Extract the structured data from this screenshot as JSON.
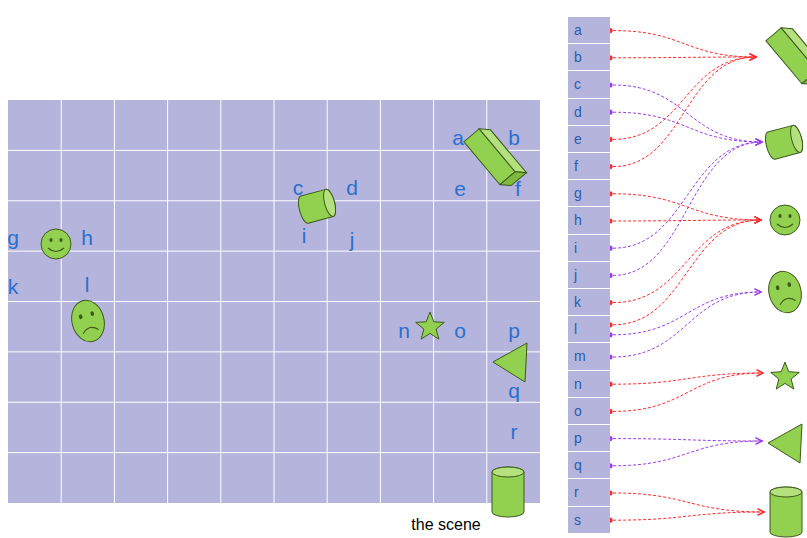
{
  "diagram": {
    "nodes": [
      {
        "text": [
          "a"
        ]
      },
      {
        "text": [
          "b"
        ]
      },
      {
        "text": [
          "c"
        ]
      },
      {
        "text": [
          "d"
        ]
      },
      {
        "text": [
          "e"
        ]
      },
      {
        "text": [
          "f"
        ]
      },
      {
        "text": [
          "g"
        ]
      },
      {
        "text": [
          "h"
        ]
      },
      {
        "text": [
          "i"
        ]
      },
      {
        "text": [
          "j"
        ]
      },
      {
        "text": [
          "k"
        ]
      },
      {
        "text": [
          "l"
        ]
      },
      {
        "text": [
          "m"
        ]
      },
      {
        "text": [
          "n"
        ]
      },
      {
        "text": [
          "o"
        ]
      },
      {
        "text": [
          "p"
        ]
      },
      {
        "text": [
          "q"
        ]
      },
      {
        "text": [
          "r"
        ]
      },
      {
        "text": [
          "s"
        ]
      }
    ],
    "labels": [
      "a",
      "b",
      "c",
      "d",
      "e",
      "f",
      "g",
      "h",
      "i",
      "j",
      "k",
      "l",
      "n",
      "o",
      "p",
      "q",
      "r",
      "the scene"
    ]
  }
}
